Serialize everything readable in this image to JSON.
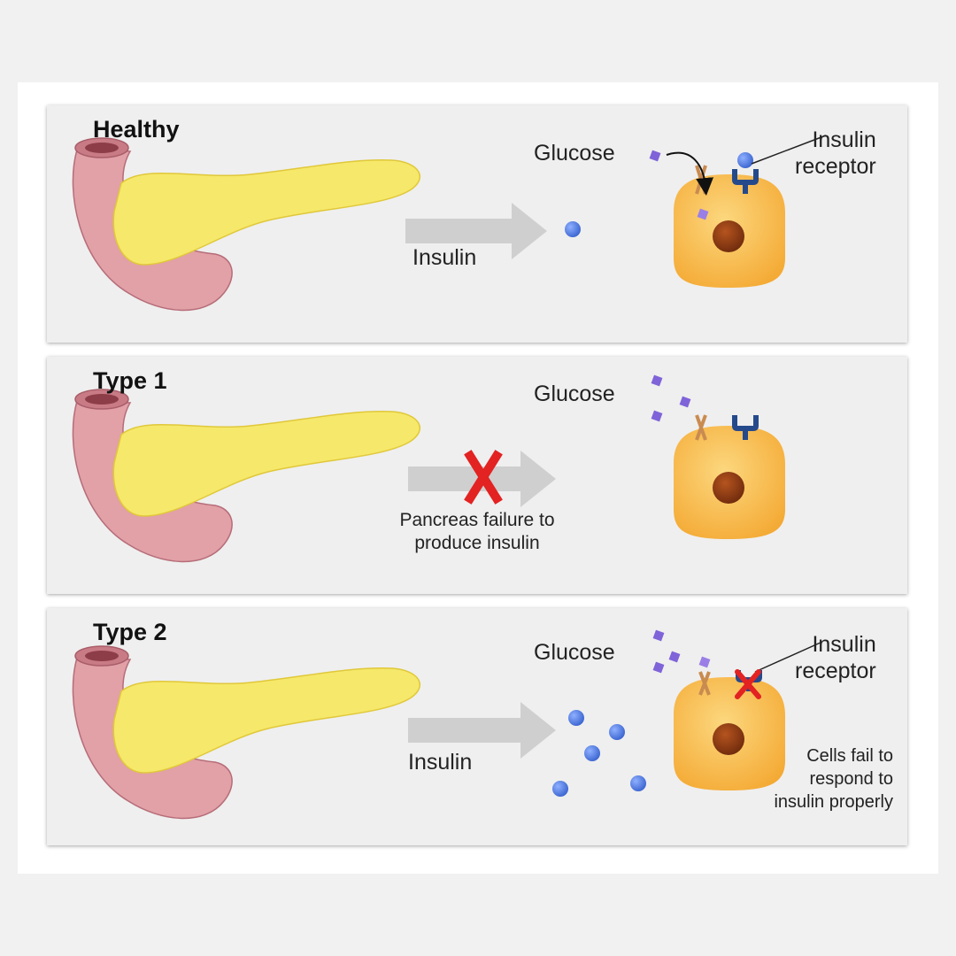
{
  "panels": {
    "healthy": {
      "title": "Healthy",
      "glucose_label": "Glucose",
      "insulin_label": "Insulin",
      "receptor_label_line1": "Insulin",
      "receptor_label_line2": "receptor"
    },
    "type1": {
      "title": "Type 1",
      "glucose_label": "Glucose",
      "failure_line1": "Pancreas failure to",
      "failure_line2": "produce insulin"
    },
    "type2": {
      "title": "Type 2",
      "glucose_label": "Glucose",
      "insulin_label": "Insulin",
      "receptor_label_line1": "Insulin",
      "receptor_label_line2": "receptor",
      "note_line1": "Cells fail to",
      "note_line2": "respond to",
      "note_line3": "insulin properly"
    }
  },
  "colors": {
    "pancreas": "#f6e86a",
    "duodenum": "#e2a0a7",
    "cell": "#f8b94c",
    "nucleus": "#8a3b14",
    "insulin": "#4d79e0",
    "glucose": "#7f63d9",
    "receptor": "#254a8c",
    "arrow": "#cfcfcf",
    "cross": "#e32222"
  }
}
